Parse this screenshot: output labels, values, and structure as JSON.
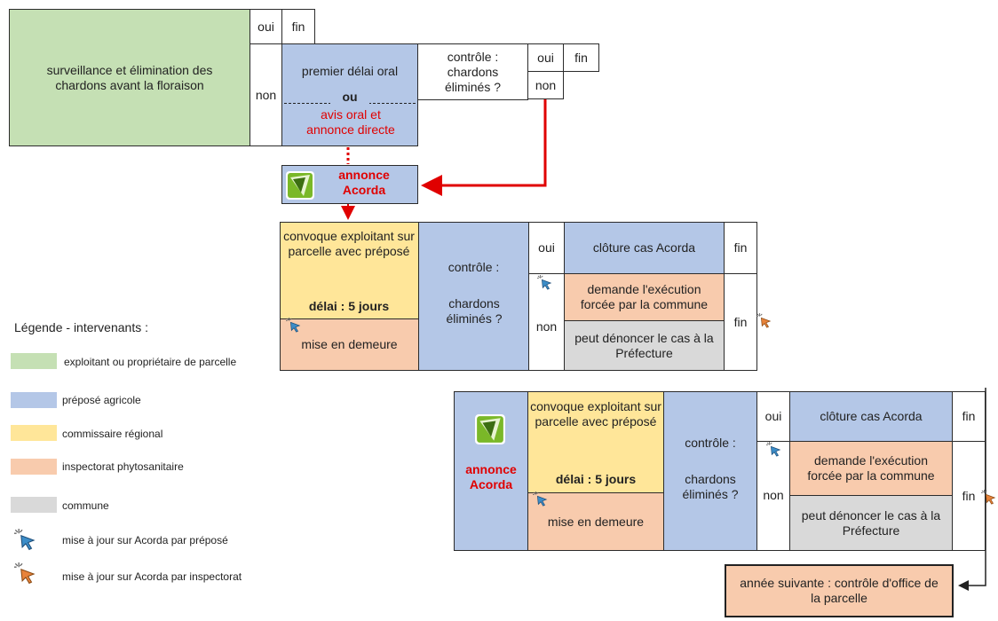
{
  "colors": {
    "exploitant": "#c5e0b4",
    "prepose": "#b4c7e7",
    "commissaire": "#ffe699",
    "inspectorat": "#f8cbad",
    "commune": "#d9d9d9",
    "arrow_red": "#e00000"
  },
  "flow1": {
    "surveillance": "surveillance et élimination des chardons avant la floraison",
    "oui": "oui",
    "fin": "fin",
    "non": "non",
    "premier_delai": "premier délai oral",
    "ou": "ou",
    "avis_oral": "avis oral et annonce directe",
    "controle": "contrôle : chardons éliminés ?",
    "ctrl_oui": "oui",
    "ctrl_fin": "fin",
    "ctrl_non": "non"
  },
  "annonce1": {
    "label": "annonce Acorda",
    "icon": "acorda-logo-icon"
  },
  "flow2": {
    "convoque": "convoque exploitant sur parcelle avec préposé",
    "delai": "délai : 5 jours",
    "mise_en_demeure": "mise en demeure",
    "controle_a": "contrôle :",
    "controle_b": "chardons éliminés ?",
    "oui": "oui",
    "non": "non",
    "cloture": "clôture cas Acorda",
    "fin1": "fin",
    "demande": "demande l'exécution forcée par la commune",
    "denoncer": "peut dénoncer le cas à la Préfecture",
    "fin2": "fin"
  },
  "flow3": {
    "annonce": "annonce Acorda",
    "convoque": "convoque exploitant sur parcelle avec préposé",
    "delai": "délai : 5 jours",
    "mise_en_demeure": "mise en demeure",
    "controle_a": "contrôle :",
    "controle_b": "chardons éliminés ?",
    "oui": "oui",
    "non": "non",
    "cloture": "clôture cas Acorda",
    "fin1": "fin",
    "demande": "demande l'exécution forcée par la commune",
    "denoncer": "peut dénoncer le cas à la Préfecture",
    "fin2": "fin",
    "annee_suivante": "année suivante : contrôle d'office de la parcelle"
  },
  "legend": {
    "title": "Légende - intervenants :",
    "items": [
      {
        "label": "exploitant ou propriétaire de parcelle",
        "color": "#c5e0b4"
      },
      {
        "label": "préposé agricole",
        "color": "#b4c7e7"
      },
      {
        "label": "commissaire régional",
        "color": "#ffe699"
      },
      {
        "label": "inspectorat phytosanitaire",
        "color": "#f8cbad"
      },
      {
        "label": "commune",
        "color": "#d9d9d9"
      }
    ],
    "cursor_prepose": "mise à jour sur Acorda par préposé",
    "cursor_inspectorat": "mise à jour sur Acorda par inspectorat"
  }
}
